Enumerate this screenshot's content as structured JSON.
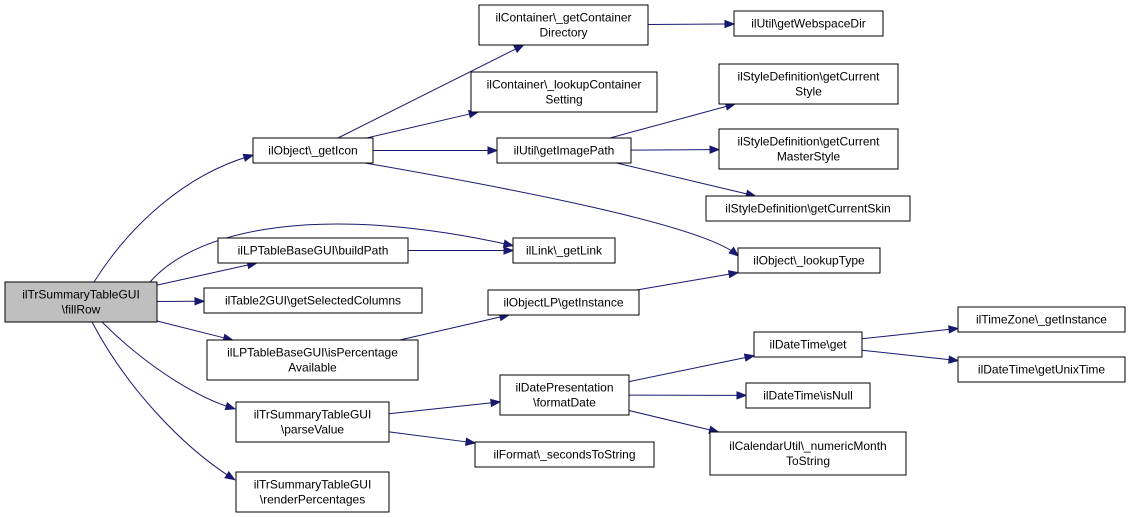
{
  "diagram": {
    "type": "call-graph",
    "colors": {
      "edge": "#191970",
      "root_fill": "#bfbfbf",
      "node_fill": "#ffffff",
      "border": "#000000"
    },
    "nodes": [
      {
        "id": "root",
        "lines": [
          "ilTrSummaryTableGUI",
          "\\fillRow"
        ],
        "root": true
      },
      {
        "id": "getIcon",
        "lines": [
          "ilObject\\_getIcon"
        ]
      },
      {
        "id": "buildPath",
        "lines": [
          "ilLPTableBaseGUI\\buildPath"
        ]
      },
      {
        "id": "getSelectedColumns",
        "lines": [
          "ilTable2GUI\\getSelectedColumns"
        ]
      },
      {
        "id": "isPercentage",
        "lines": [
          "ilLPTableBaseGUI\\isPercentage",
          "Available"
        ]
      },
      {
        "id": "parseValue",
        "lines": [
          "ilTrSummaryTableGUI",
          "\\parseValue"
        ]
      },
      {
        "id": "renderPercentages",
        "lines": [
          "ilTrSummaryTableGUI",
          "\\renderPercentages"
        ]
      },
      {
        "id": "getContainerDirectory",
        "lines": [
          "ilContainer\\_getContainer",
          "Directory"
        ]
      },
      {
        "id": "lookupContainerSetting",
        "lines": [
          "ilContainer\\_lookupContainer",
          "Setting"
        ]
      },
      {
        "id": "getImagePath",
        "lines": [
          "ilUtil\\getImagePath"
        ]
      },
      {
        "id": "getLink",
        "lines": [
          "ilLink\\_getLink"
        ]
      },
      {
        "id": "getInstanceLP",
        "lines": [
          "ilObjectLP\\getInstance"
        ]
      },
      {
        "id": "formatDate",
        "lines": [
          "ilDatePresentation",
          "\\formatDate"
        ]
      },
      {
        "id": "secondsToString",
        "lines": [
          "ilFormat\\_secondsToString"
        ]
      },
      {
        "id": "getWebspaceDir",
        "lines": [
          "ilUtil\\getWebspaceDir"
        ]
      },
      {
        "id": "getCurrentStyle",
        "lines": [
          "ilStyleDefinition\\getCurrent",
          "Style"
        ]
      },
      {
        "id": "getCurrentMasterStyle",
        "lines": [
          "ilStyleDefinition\\getCurrent",
          "MasterStyle"
        ]
      },
      {
        "id": "getCurrentSkin",
        "lines": [
          "ilStyleDefinition\\getCurrentSkin"
        ]
      },
      {
        "id": "lookupType",
        "lines": [
          "ilObject\\_lookupType"
        ]
      },
      {
        "id": "dateGet",
        "lines": [
          "ilDateTime\\get"
        ]
      },
      {
        "id": "isNull",
        "lines": [
          "ilDateTime\\isNull"
        ]
      },
      {
        "id": "numericMonth",
        "lines": [
          "ilCalendarUtil\\_numericMonth",
          "ToString"
        ]
      },
      {
        "id": "tzGetInstance",
        "lines": [
          "ilTimeZone\\_getInstance"
        ]
      },
      {
        "id": "getUnixTime",
        "lines": [
          "ilDateTime\\getUnixTime"
        ]
      }
    ],
    "edges": [
      [
        "root",
        "getIcon"
      ],
      [
        "root",
        "getLink"
      ],
      [
        "root",
        "buildPath"
      ],
      [
        "root",
        "getSelectedColumns"
      ],
      [
        "root",
        "isPercentage"
      ],
      [
        "root",
        "parseValue"
      ],
      [
        "root",
        "renderPercentages"
      ],
      [
        "getIcon",
        "getContainerDirectory"
      ],
      [
        "getIcon",
        "lookupContainerSetting"
      ],
      [
        "getIcon",
        "getImagePath"
      ],
      [
        "getIcon",
        "lookupType"
      ],
      [
        "buildPath",
        "getLink"
      ],
      [
        "isPercentage",
        "getInstanceLP"
      ],
      [
        "parseValue",
        "formatDate"
      ],
      [
        "parseValue",
        "secondsToString"
      ],
      [
        "getContainerDirectory",
        "getWebspaceDir"
      ],
      [
        "getImagePath",
        "getCurrentStyle"
      ],
      [
        "getImagePath",
        "getCurrentMasterStyle"
      ],
      [
        "getImagePath",
        "getCurrentSkin"
      ],
      [
        "getInstanceLP",
        "lookupType"
      ],
      [
        "formatDate",
        "dateGet"
      ],
      [
        "formatDate",
        "isNull"
      ],
      [
        "formatDate",
        "numericMonth"
      ],
      [
        "dateGet",
        "tzGetInstance"
      ],
      [
        "dateGet",
        "getUnixTime"
      ]
    ]
  }
}
